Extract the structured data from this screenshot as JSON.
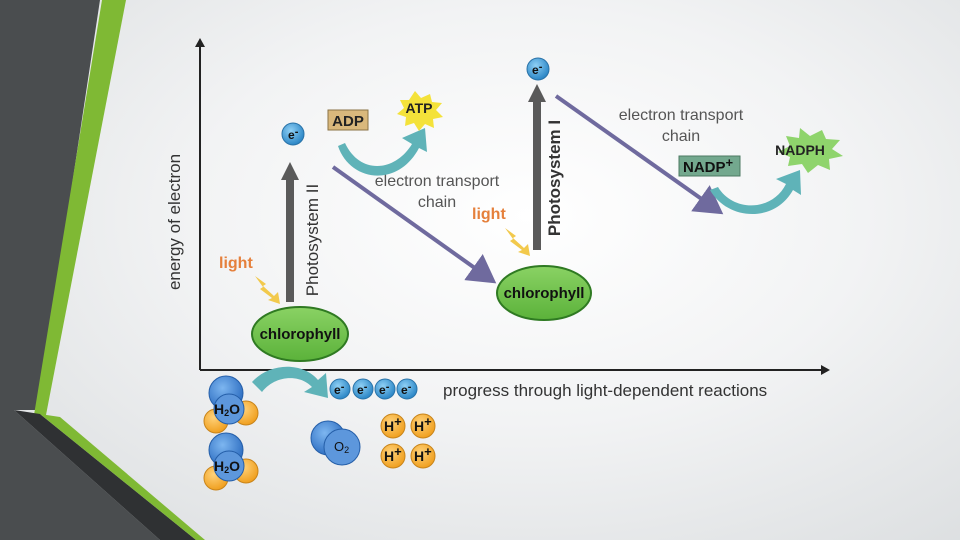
{
  "colors": {
    "dark_stripe": "#4a4d4f",
    "green_stripe": "#7fb934",
    "arrow_blue": "#6f6a9e",
    "gray_arrow": "#5a5a5a",
    "teal": "#5fb3b8",
    "chlorophyll": "#6cc04a",
    "electron": "#3a9bd6",
    "orange_label": "#e5803c",
    "adp_fill": "#d9b87c",
    "nadp_fill": "#73a88e",
    "atp_burst": "#f4e23a",
    "nadph_burst": "#8fd46c",
    "oxygen_blue": "#3b7fd1",
    "hydrogen_orange": "#f5a623"
  },
  "axes": {
    "y_label": "energy of electron",
    "x_label": "progress through light-dependent reactions"
  },
  "photosystems": {
    "ps2": "Photosystem II",
    "ps1": "Photosystem I"
  },
  "chlorophyll_label": "chlorophyll",
  "light_label": "light",
  "etc_line1": "electron transport",
  "etc_line2": "chain",
  "electron": {
    "base": "e",
    "charge": "-"
  },
  "adp": "ADP",
  "atp": "ATP",
  "nadp": {
    "base": "NADP",
    "charge": "+"
  },
  "nadph": "NADPH",
  "water": {
    "h": "H",
    "sub": "2",
    "o": "O"
  },
  "oxygen": {
    "o": "O",
    "sub": "2"
  },
  "proton": {
    "base": "H",
    "charge": "+"
  }
}
